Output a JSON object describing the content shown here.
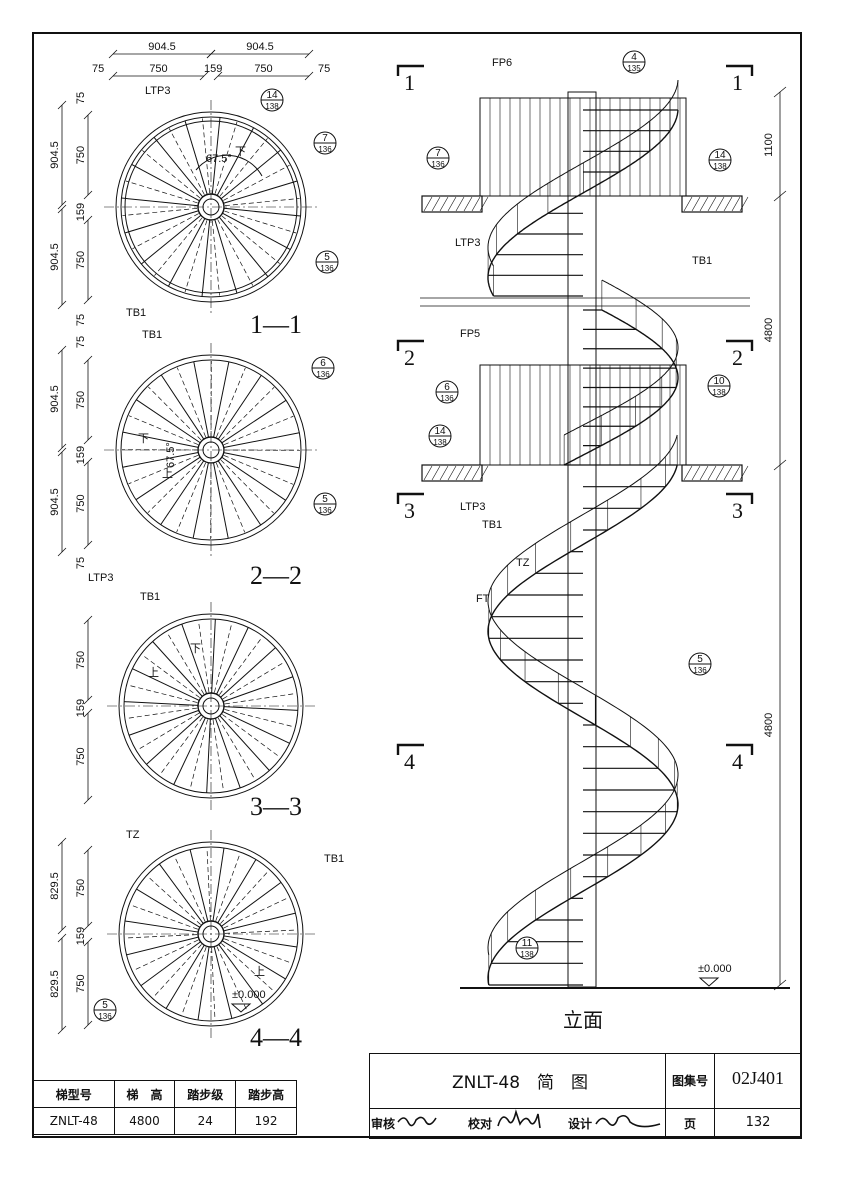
{
  "views": {
    "v11": {
      "label": "1—1"
    },
    "v22": {
      "label": "2—2"
    },
    "v33": {
      "label": "3—3"
    },
    "v44": {
      "label": "4—4"
    },
    "elevation": {
      "label": "立面"
    }
  },
  "plan_labels": {
    "dim_904_5": "904.5",
    "dim_750": "750",
    "dim_75": "75",
    "dim_159": "159",
    "dim_829_5": "829.5",
    "angle": "67.5°",
    "down": "下",
    "up": "上",
    "ltp3": "LTP3",
    "tb1": "TB1",
    "tz": "TZ",
    "level": "±0.000"
  },
  "elev_labels": {
    "fp6": "FP6",
    "fp5": "FP5",
    "ltp3": "LTP3",
    "tb1": "TB1",
    "tz": "TZ",
    "ft": "FT",
    "dim_1100": "1100",
    "dim_4800a": "4800",
    "dim_4800b": "4800",
    "level": "±0.000",
    "sec1": "1",
    "sec2": "2",
    "sec3": "3",
    "sec4": "4"
  },
  "refs": {
    "r14_138": {
      "top": "14",
      "bottom": "138"
    },
    "r7_136": {
      "top": "7",
      "bottom": "136"
    },
    "r5_136": {
      "top": "5",
      "bottom": "136"
    },
    "r6_136": {
      "top": "6",
      "bottom": "136"
    },
    "r4_135": {
      "top": "4",
      "bottom": "135"
    },
    "r10_138": {
      "top": "10",
      "bottom": "138"
    },
    "r11_138": {
      "top": "11",
      "bottom": "138"
    }
  },
  "spec_table": {
    "headers": [
      "梯型号",
      "梯　高",
      "踏步级",
      "踏步高"
    ],
    "row": [
      "ZNLT-48",
      "4800",
      "24",
      "192"
    ]
  },
  "title_block": {
    "title": "ZNLT-48　简　图",
    "atlas_label": "图集号",
    "atlas_value": "02J401",
    "review_label": "审核",
    "check_label": "校对",
    "design_label": "设计",
    "page_label": "页",
    "page_value": "132"
  }
}
